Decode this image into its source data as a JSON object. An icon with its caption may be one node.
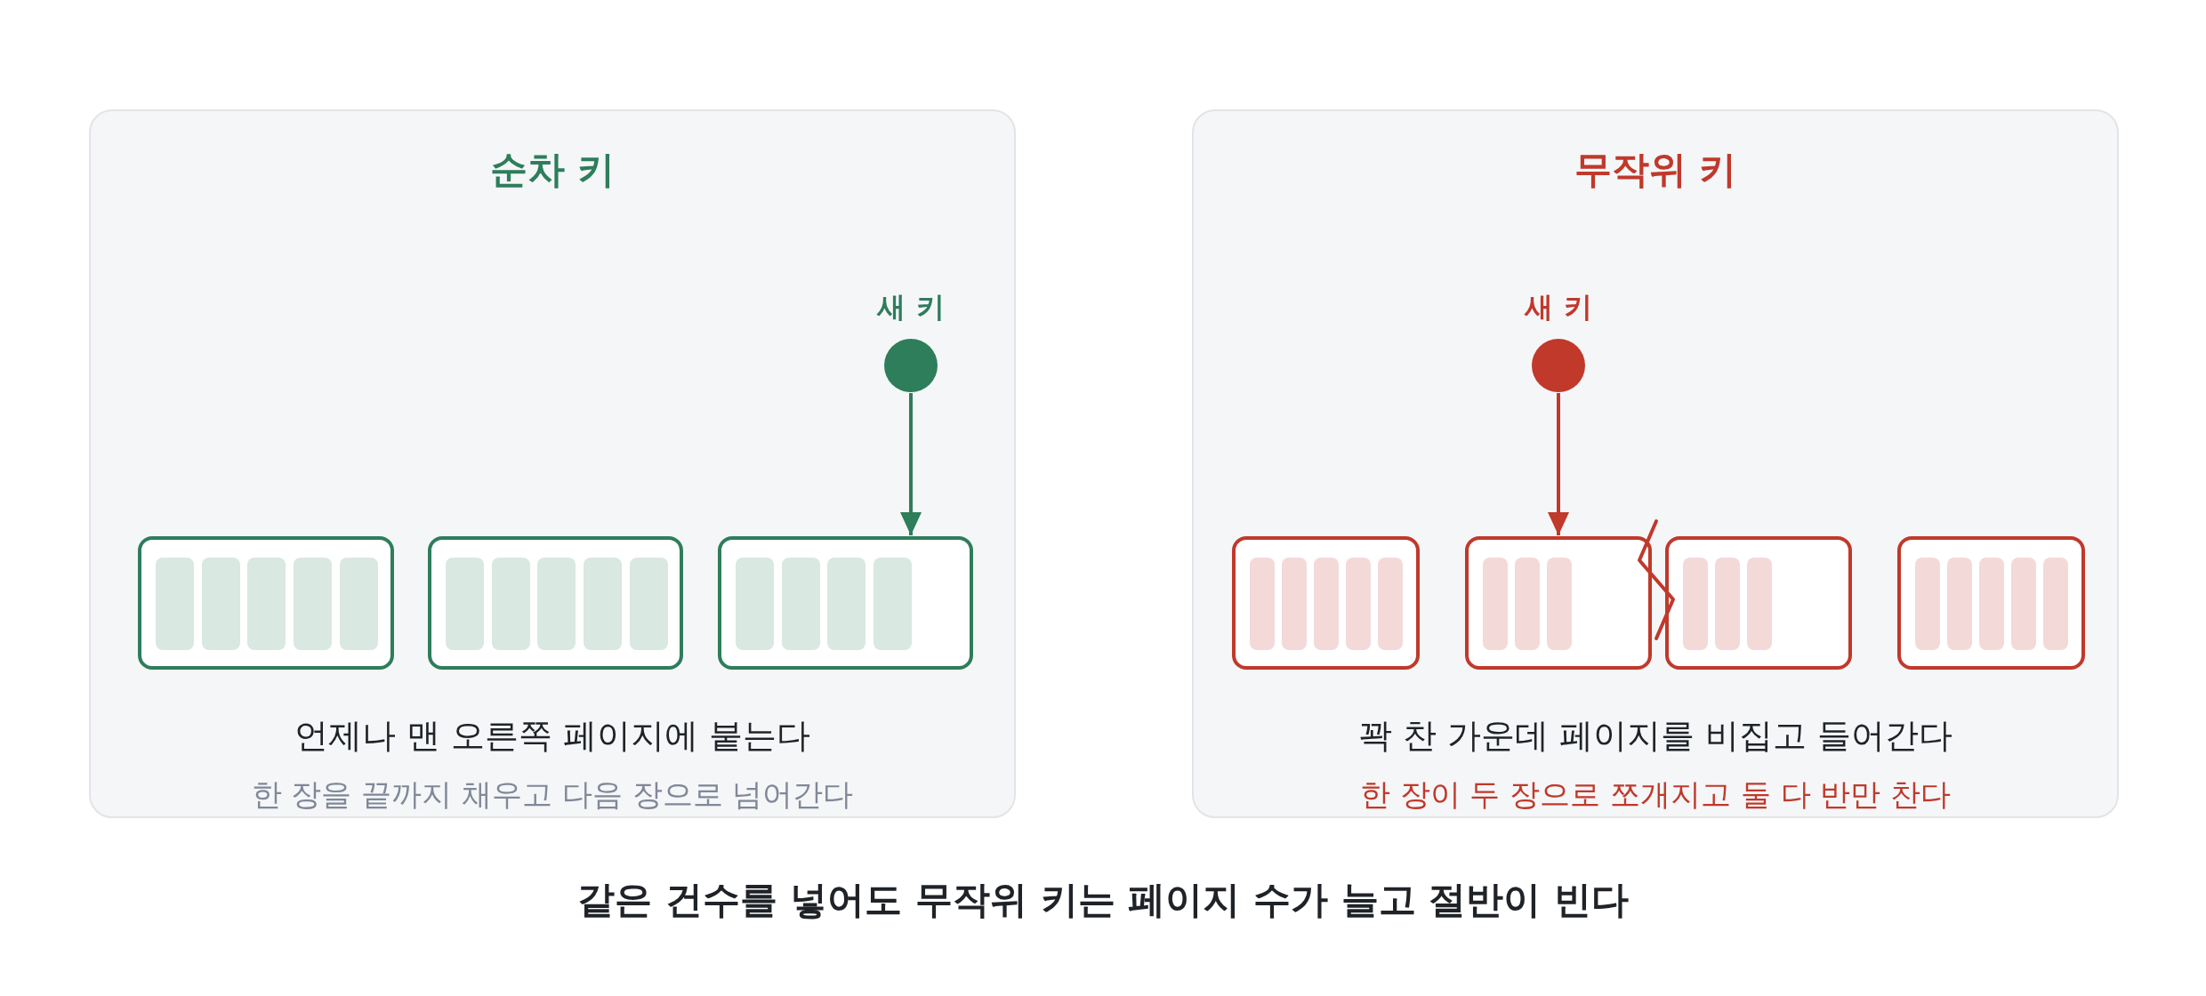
{
  "diagram": {
    "caption": "같은 건수를 넣어도 무작위 키는 페이지 수가 늘고 절반이 빈다",
    "nodes": [
      {
        "text": [
          "순차 키",
          "언제나 맨 오른쪽 페이지에 붙는다",
          "한 장을 끝까지 채우고 다음 장으로 넘어간다"
        ]
      },
      {
        "text": [],
        "shape": "circle",
        "beside": [
          "새 키"
        ],
        "in": 0
      },
      {
        "text": [],
        "shape": "box",
        "in": 0
      },
      {
        "text": [],
        "shape": "bar",
        "in": 2
      },
      {
        "text": [],
        "shape": "bar",
        "in": 2
      },
      {
        "text": [],
        "shape": "bar",
        "in": 2
      },
      {
        "text": [],
        "shape": "bar",
        "in": 2
      },
      {
        "text": [],
        "shape": "bar",
        "in": 2
      },
      {
        "text": [],
        "shape": "box",
        "in": 0
      },
      {
        "text": [],
        "shape": "bar",
        "in": 8
      },
      {
        "text": [],
        "shape": "bar",
        "in": 8
      },
      {
        "text": [],
        "shape": "bar",
        "in": 8
      },
      {
        "text": [],
        "shape": "bar",
        "in": 8
      },
      {
        "text": [],
        "shape": "bar",
        "in": 8
      },
      {
        "text": [],
        "shape": "box",
        "in": 0
      },
      {
        "text": [],
        "shape": "bar",
        "in": 14
      },
      {
        "text": [],
        "shape": "bar",
        "in": 14
      },
      {
        "text": [],
        "shape": "bar",
        "in": 14
      },
      {
        "text": [],
        "shape": "bar",
        "in": 14
      },
      {
        "text": [
          "무작위 키",
          "꽉 찬 가운데 페이지를 비집고 들어간다",
          "한 장이 두 장으로 쪼개지고 둘 다 반만 찬다"
        ]
      },
      {
        "text": [],
        "shape": "circle",
        "beside": [
          "새 키"
        ],
        "in": 19
      },
      {
        "text": [],
        "shape": "box",
        "in": 19
      },
      {
        "text": [],
        "shape": "bar",
        "in": 21
      },
      {
        "text": [],
        "shape": "bar",
        "in": 21
      },
      {
        "text": [],
        "shape": "bar",
        "in": 21
      },
      {
        "text": [],
        "shape": "bar",
        "in": 21
      },
      {
        "text": [],
        "shape": "bar",
        "in": 21
      },
      {
        "text": [],
        "shape": "box",
        "in": 19
      },
      {
        "text": [],
        "shape": "bar",
        "in": 27
      },
      {
        "text": [],
        "shape": "bar",
        "in": 27
      },
      {
        "text": [],
        "shape": "bar",
        "in": 27
      },
      {
        "text": [],
        "shape": "box",
        "in": 19
      },
      {
        "text": [],
        "shape": "bar",
        "in": 31
      },
      {
        "text": [],
        "shape": "bar",
        "in": 31
      },
      {
        "text": [],
        "shape": "bar",
        "in": 31
      },
      {
        "text": [],
        "shape": "box",
        "in": 19
      },
      {
        "text": [],
        "shape": "bar",
        "in": 35
      },
      {
        "text": [],
        "shape": "bar",
        "in": 35
      },
      {
        "text": [],
        "shape": "bar",
        "in": 35
      },
      {
        "text": [],
        "shape": "bar",
        "in": 35
      },
      {
        "text": [],
        "shape": "bar",
        "in": 35
      }
    ],
    "edges": [
      {
        "from": 1,
        "to": 14,
        "arrow": "to",
        "color": "#2e7d5b"
      },
      {
        "from": 20,
        "to": 27,
        "arrow": "to",
        "color": "#c0392b"
      }
    ]
  }
}
